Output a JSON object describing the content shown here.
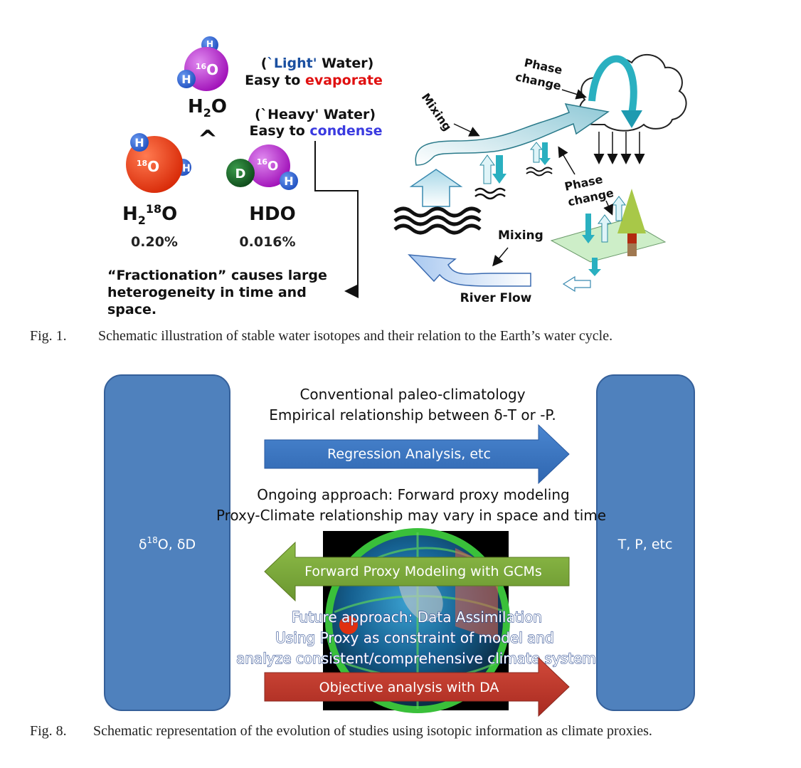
{
  "fig1": {
    "molecules": {
      "h2o": {
        "h_top": "H",
        "h_left": "H",
        "oxygen_mass": "16",
        "oxygen": "O",
        "formula_main": "H",
        "formula_sub": "2",
        "formula_tail": "O"
      },
      "h218o": {
        "h_top": "H",
        "h_right": "H",
        "oxygen_mass": "18",
        "oxygen": "O",
        "formula_main": "H",
        "formula_sub": "2",
        "formula_sup": "18",
        "formula_tail": "O",
        "abundance": "0.20%"
      },
      "hdo": {
        "d": "D",
        "h": "H",
        "oxygen_mass": "16",
        "oxygen": "O",
        "formula": "HDO",
        "abundance": "0.016%"
      },
      "inequality": "^"
    },
    "light": {
      "line1_open": "(",
      "line1_quoted": "`Light'",
      "line1_close": " Water)",
      "line2_prefix": "Easy to ",
      "line2_word": "evaporate"
    },
    "heavy": {
      "line1": "(`Heavy' Water)",
      "line2_prefix": "Easy to ",
      "line2_word": "condense"
    },
    "fractionation": [
      "“Fractionation” causes large",
      "heterogeneity in time and",
      "space."
    ],
    "cycle": {
      "phase_change_top": [
        "Phase",
        "change"
      ],
      "mixing_top": "Mixing",
      "phase_change_mid": [
        "Phase",
        "change"
      ],
      "mixing_bottom": "Mixing",
      "river_flow": "River Flow"
    },
    "caption_num": "Fig. 1.",
    "caption": "Schematic illustration of stable water isotopes and their relation to the Earth’s water cycle."
  },
  "fig8": {
    "left_box": {
      "delta1": "δ",
      "sup": "18",
      "rest": "O, δD"
    },
    "right_box": "T, P, etc",
    "conventional": [
      "Conventional paleo-climatology",
      "Empirical relationship between δ-T or -P."
    ],
    "arrow1": "Regression Analysis, etc",
    "ongoing": [
      "Ongoing approach: Forward proxy modeling",
      "Proxy-Climate relationship may vary in space and time"
    ],
    "arrow2": "Forward Proxy Modeling with GCMs",
    "future": [
      "Future approach: Data Assimilation",
      "Using Proxy as constraint of model and",
      "analyze consistent/comprehensive climate system"
    ],
    "arrow3": "Objective analysis with DA",
    "caption_num": "Fig. 8.",
    "caption": "Schematic representation of the evolution of studies using isotopic information as climate proxies."
  },
  "colors": {
    "purple": "#b020c8",
    "red": "#e83818",
    "blue_h": "#2f5fd0",
    "green_d": "#1d6b2a",
    "box_blue": "#4f81bd",
    "arrow_blue": "#3b78c5",
    "arrow_green": "#7aa23a",
    "arrow_red": "#c0392b",
    "cyan": "#2ab0c0",
    "light_blue": "#1a4fa0",
    "evaporate_red": "#e01010",
    "condense_blue": "#3a3ae0"
  }
}
